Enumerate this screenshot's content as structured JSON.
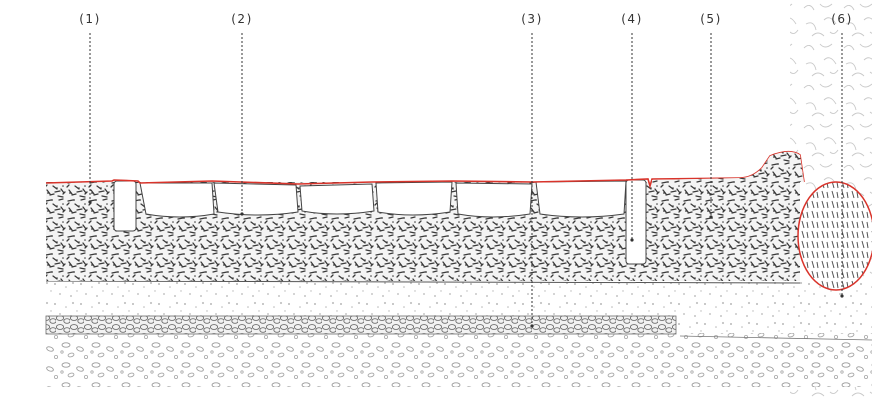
{
  "callouts": [
    {
      "id": "1",
      "label": "(1)"
    },
    {
      "id": "2",
      "label": "(2)"
    },
    {
      "id": "3",
      "label": "(3)"
    },
    {
      "id": "4",
      "label": "(4)"
    },
    {
      "id": "5",
      "label": "(5)"
    },
    {
      "id": "6",
      "label": "(6)"
    }
  ],
  "colors": {
    "surface_outline": "#d9342b",
    "ink": "#333333",
    "gravel": "#3a3a3a",
    "fill_dots": "#b8b8b8",
    "cobbles": "#777777",
    "foliage": "#c9c9c9"
  }
}
